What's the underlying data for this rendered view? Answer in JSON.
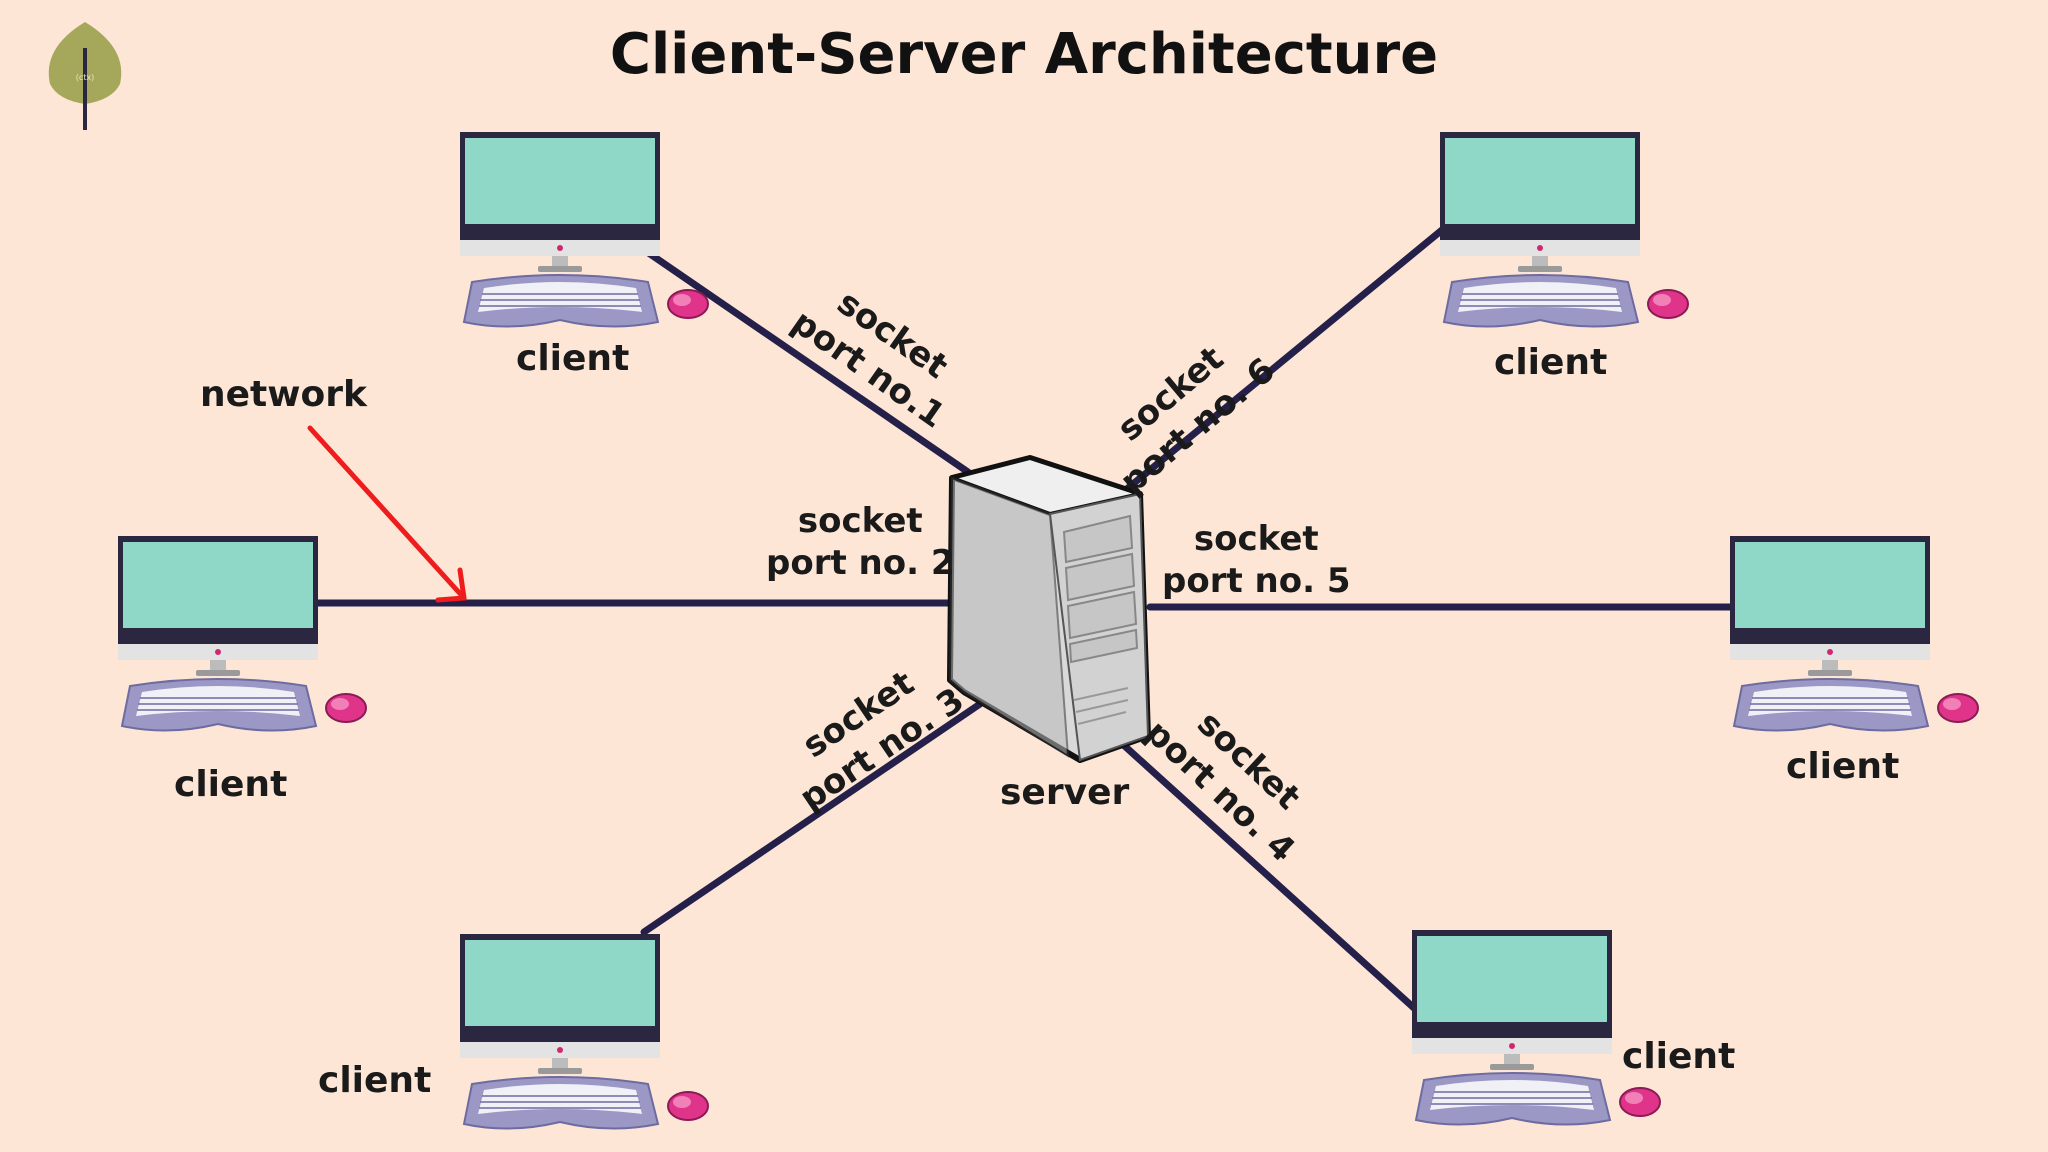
{
  "title": "Client-Server Architecture",
  "network_label": "network",
  "server_label": "server",
  "client_label": "client",
  "sockets": [
    {
      "word": "socket",
      "port": "port no.1"
    },
    {
      "word": "socket",
      "port": "port no. 2"
    },
    {
      "word": "socket",
      "port": "port no. 3"
    },
    {
      "word": "socket",
      "port": "port no. 4"
    },
    {
      "word": "socket",
      "port": "port no. 5"
    },
    {
      "word": "socket",
      "port": "port no. 6"
    }
  ],
  "colors": {
    "background": "#fde6d6",
    "link_line": "#24204a",
    "arrow": "#ee1d1d",
    "screen": "#8fd8c8",
    "keyboard": "#9b98c6",
    "mouse": "#e0338a",
    "server_body": "#d9d9d9",
    "logo_leaf": "#a5a85a"
  }
}
